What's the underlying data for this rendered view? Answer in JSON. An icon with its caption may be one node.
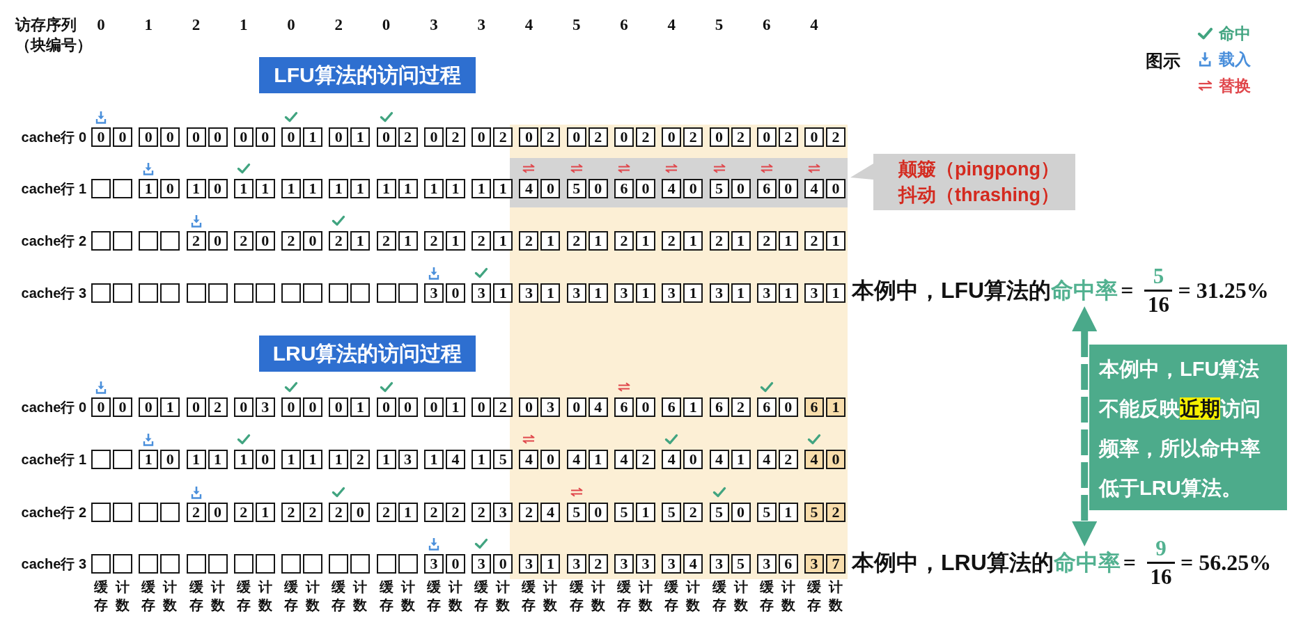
{
  "diagram": {
    "nodes": [
      {
        "text": [
          "LFU算法的访问过程"
        ]
      },
      {
        "text": [
          "颠簸（pingpong）",
          "抖动（thrashing）"
        ]
      },
      {
        "text": [
          "命中率"
        ]
      },
      {
        "text": [
          "LRU算法的访问过程"
        ]
      },
      {
        "text": [
          "本例中，LFU算法不能反映**近期**访问频率，所以命中率低于LRU算法。"
        ]
      },
      {
        "text": [
          "命中率"
        ]
      }
    ],
    "edges": [
      {
        "from": 2,
        "to": 5,
        "arrow": "both",
        "style": "dashed"
      }
    ],
    "labels": [
      "访存序列（块编号）",
      "0",
      "1",
      "2",
      "1",
      "0",
      "2",
      "0",
      "3",
      "3",
      "4",
      "5",
      "6",
      "4",
      "5",
      "6",
      "4",
      "图示",
      "cache行 0",
      "0",
      "0",
      "0",
      "0",
      "0",
      "0",
      "0",
      "0",
      "0",
      "1",
      "0",
      "1",
      "0",
      "2",
      "0",
      "2",
      "0",
      "2",
      "0",
      "2",
      "0",
      "2",
      "0",
      "2",
      "0",
      "2",
      "0",
      "2",
      "0",
      "2",
      "0",
      "2",
      "cache行 1",
      "1",
      "0",
      "1",
      "0",
      "1",
      "1",
      "1",
      "1",
      "1",
      "1",
      "1",
      "1",
      "1",
      "1",
      "1",
      "1",
      "4",
      "0",
      "5",
      "0",
      "6",
      "0",
      "4",
      "0",
      "5",
      "0",
      "6",
      "0",
      "4",
      "0",
      "cache行 2",
      "2",
      "0",
      "2",
      "0",
      "2",
      "0",
      "2",
      "1",
      "2",
      "1",
      "2",
      "1",
      "2",
      "1",
      "2",
      "1",
      "2",
      "1",
      "2",
      "1",
      "2",
      "1",
      "2",
      "1",
      "2",
      "1",
      "2",
      "1",
      "cache行 3",
      "3",
      "0",
      "3",
      "1",
      "3",
      "1",
      "3",
      "1",
      "3",
      "1",
      "3",
      "1",
      "3",
      "1",
      "3",
      "1",
      "3",
      "1",
      "本例中，LFU算法的",
      "=",
      "5",
      "16",
      "= 31.25%",
      "cache行 0",
      "0",
      "0",
      "0",
      "1",
      "0",
      "2",
      "0",
      "3",
      "0",
      "0",
      "0",
      "1",
      "0",
      "0",
      "0",
      "1",
      "0",
      "2",
      "0",
      "3",
      "0",
      "4",
      "6",
      "0",
      "6",
      "1",
      "6",
      "2",
      "6",
      "0",
      "6",
      "1",
      "cache行 1",
      "1",
      "0",
      "1",
      "1",
      "1",
      "0",
      "1",
      "1",
      "1",
      "2",
      "1",
      "3",
      "1",
      "4",
      "1",
      "5",
      "4",
      "0",
      "4",
      "1",
      "4",
      "2",
      "4",
      "0",
      "4",
      "1",
      "4",
      "2",
      "4",
      "0",
      "cache行 2",
      "2",
      "0",
      "2",
      "1",
      "2",
      "2",
      "2",
      "0",
      "2",
      "1",
      "2",
      "2",
      "2",
      "3",
      "2",
      "4",
      "5",
      "0",
      "5",
      "1",
      "5",
      "2",
      "5",
      "0",
      "5",
      "1",
      "5",
      "2",
      "cache行 3",
      "3",
      "0",
      "3",
      "0",
      "3",
      "1",
      "3",
      "2",
      "3",
      "3",
      "3",
      "4",
      "3",
      "5",
      "3",
      "6",
      "3",
      "7",
      "本例中，LRU算法的",
      "=",
      "9",
      "16",
      "= 56.25%",
      "缓存",
      "计数",
      "缓存",
      "计数",
      "缓存",
      "计数",
      "缓存",
      "计数",
      "缓存",
      "计数",
      "缓存",
      "计数",
      "缓存",
      "计数",
      "缓存",
      "计数",
      "缓存",
      "计数",
      "缓存",
      "计数",
      "缓存",
      "计数",
      "缓存",
      "计数",
      "缓存",
      "计数",
      "缓存",
      "计数",
      "缓存",
      "计数",
      "缓存",
      "计数"
    ],
    "legend": [
      {
        "text": "命中"
      },
      {
        "text": "载入"
      },
      {
        "text": "替换"
      }
    ]
  }
}
